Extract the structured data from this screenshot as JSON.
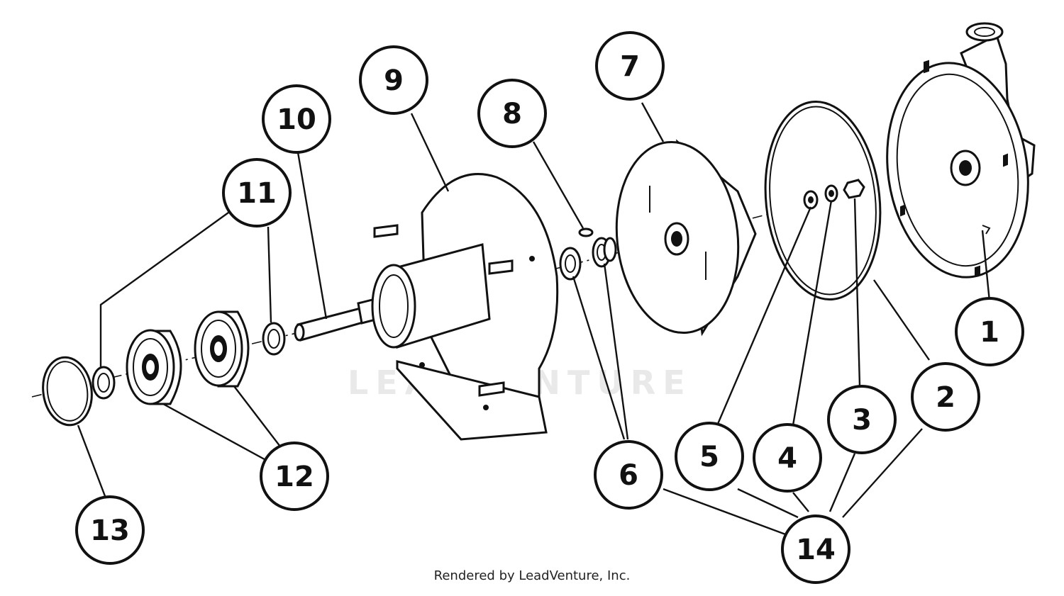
{
  "diagram": {
    "callouts": [
      "1",
      "2",
      "3",
      "4",
      "5",
      "6",
      "7",
      "8",
      "9",
      "10",
      "11",
      "12",
      "13",
      "14"
    ],
    "watermark": "LEADVENTURE",
    "credit": "Rendered by LeadVenture, Inc."
  }
}
